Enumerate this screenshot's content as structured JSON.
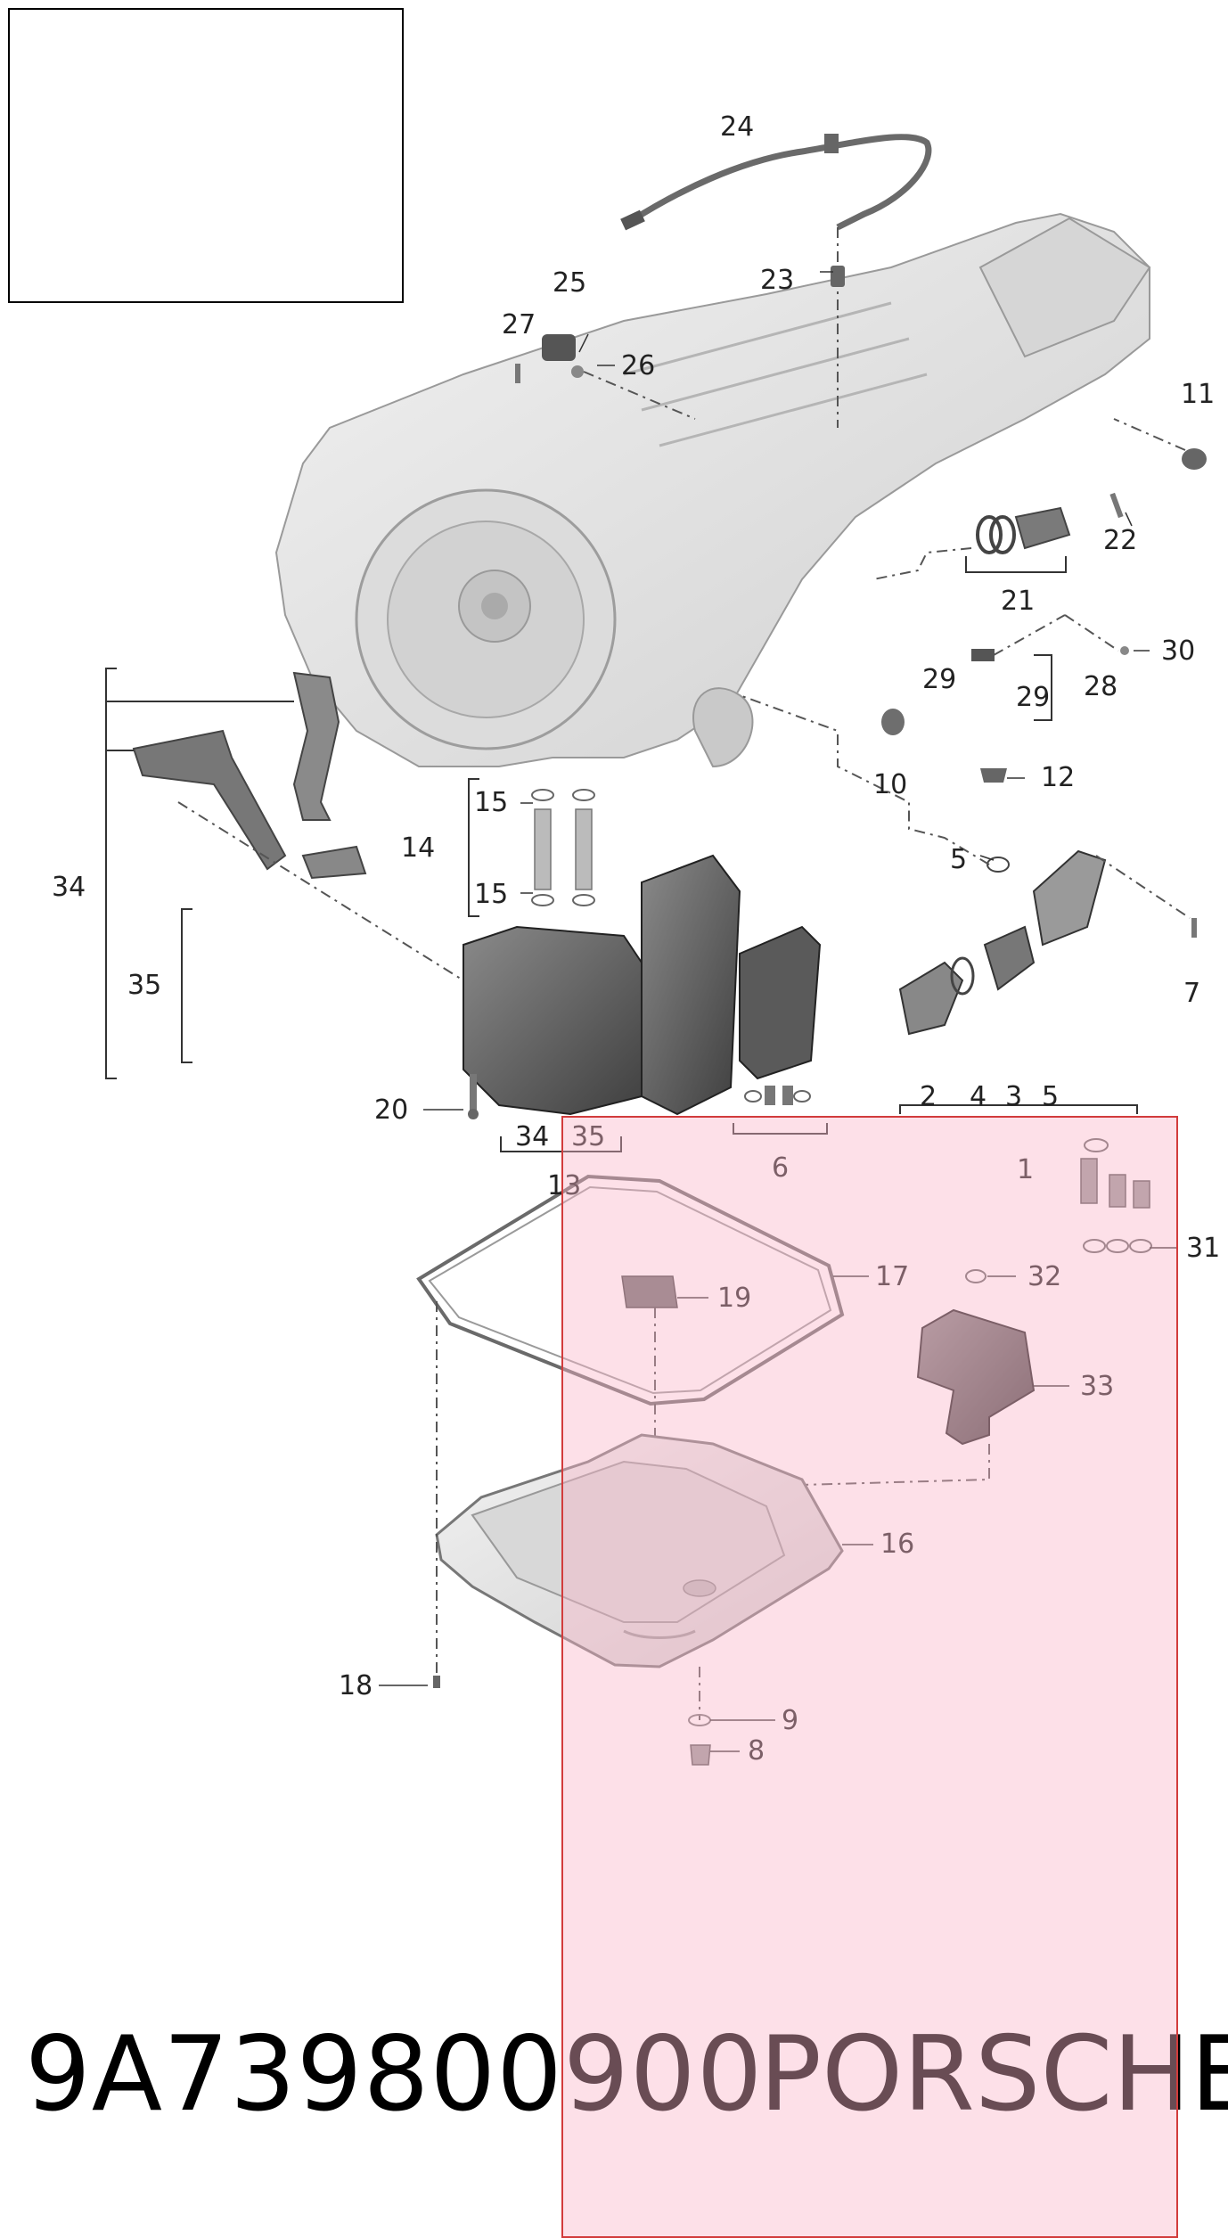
{
  "diagram": {
    "part_number": "9A739800900",
    "brand": "PORSCHE",
    "callouts": [
      "24",
      "23",
      "25",
      "27",
      "26",
      "11",
      "22",
      "21",
      "30",
      "29",
      "28",
      "29",
      "10",
      "12",
      "34",
      "15",
      "14",
      "15",
      "35",
      "5",
      "7",
      "2",
      "4",
      "3",
      "5",
      "1",
      "20",
      "34",
      "35",
      "6",
      "13",
      "31",
      "17",
      "32",
      "19",
      "33",
      "16",
      "18",
      "9",
      "8"
    ],
    "highlight_color": "#fbb4c8",
    "highlight_border_color": "#d23c3c"
  }
}
